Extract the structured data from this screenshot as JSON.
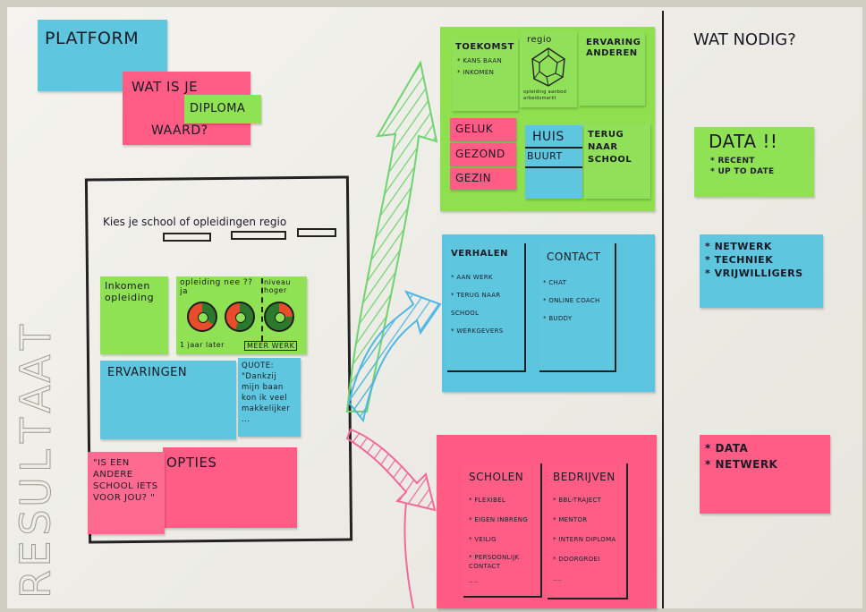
{
  "colors": {
    "paper": "#efeee8",
    "cyan": "#5ec6df",
    "pink": "#ff5c86",
    "green": "#8fe254",
    "ink": "#1e1e2a"
  },
  "left": {
    "platform": "PLATFORM",
    "wat_is_je": "WAT IS JE",
    "diploma": "DIPLOMA",
    "waard": "WAARD?",
    "side_label": [
      "R",
      "E",
      "S",
      "U",
      "L",
      "T",
      "A",
      "A",
      "T"
    ]
  },
  "mockup": {
    "search_text": "Kies je school of opleidingen regio",
    "inkomen": "Inkomen opleiding",
    "chart_header_left": "opleiding nee ??  ja",
    "chart_header_right": "niveau hoger",
    "chart_footer_left": "1 jaar later",
    "chart_footer_right": "MEER WERK",
    "ervaringen": "ERVARINGEN",
    "quote": "QUOTE: \"Dankzij mijn baan kon ik veel makkelijker ...",
    "school_question": "\"IS EEN ANDERE SCHOOL IETS VOOR JOU? \"",
    "opties": "OPTIES"
  },
  "green_block": {
    "toekomst": "TOEKOMST",
    "toekomst_items": [
      "* KANS BAAN",
      "* INKOMEN"
    ],
    "regio": "regio",
    "regio_caption": "opleiding aanbod arbeidsmarkt",
    "ervaring": "ERVARING ANDEREN",
    "geluk": "GELUK",
    "gezond": "GEZOND",
    "gezin": "GEZIN",
    "huis": "HUIS",
    "buurt": "BUURT",
    "terug": "TERUG NAAR SCHOOL"
  },
  "cyan_block": {
    "verhalen": "VERHALEN",
    "verhalen_items": [
      "* AAN WERK",
      "* TERUG NAAR SCHOOL",
      "* WERKGEVERS"
    ],
    "contact": "CONTACT",
    "contact_items": [
      "* CHAT",
      "* ONLINE COACH",
      "* BUDDY"
    ]
  },
  "pink_block": {
    "scholen": "SCHOLEN",
    "scholen_items": [
      "* FLEXIBEL",
      "* EIGEN INBRENG",
      "* VEILIG",
      "* PERSOONLIJK CONTACT",
      "...."
    ],
    "bedrijven": "BEDRIJVEN",
    "bedrijven_items": [
      "* BBL-TRAJECT",
      "* MENTOR",
      "* INTERN DIPLOMA",
      "* DOORGROEI",
      "...."
    ]
  },
  "right": {
    "title": "WAT NODIG?",
    "data_title": "DATA !!",
    "data_items": [
      "* RECENT",
      "* UP TO DATE"
    ],
    "cyan_items": [
      "* NETWERK",
      "* TECHNIEK",
      "* VRIJWILLIGERS"
    ],
    "pink_items": [
      "* DATA",
      "* NETWERK"
    ]
  }
}
